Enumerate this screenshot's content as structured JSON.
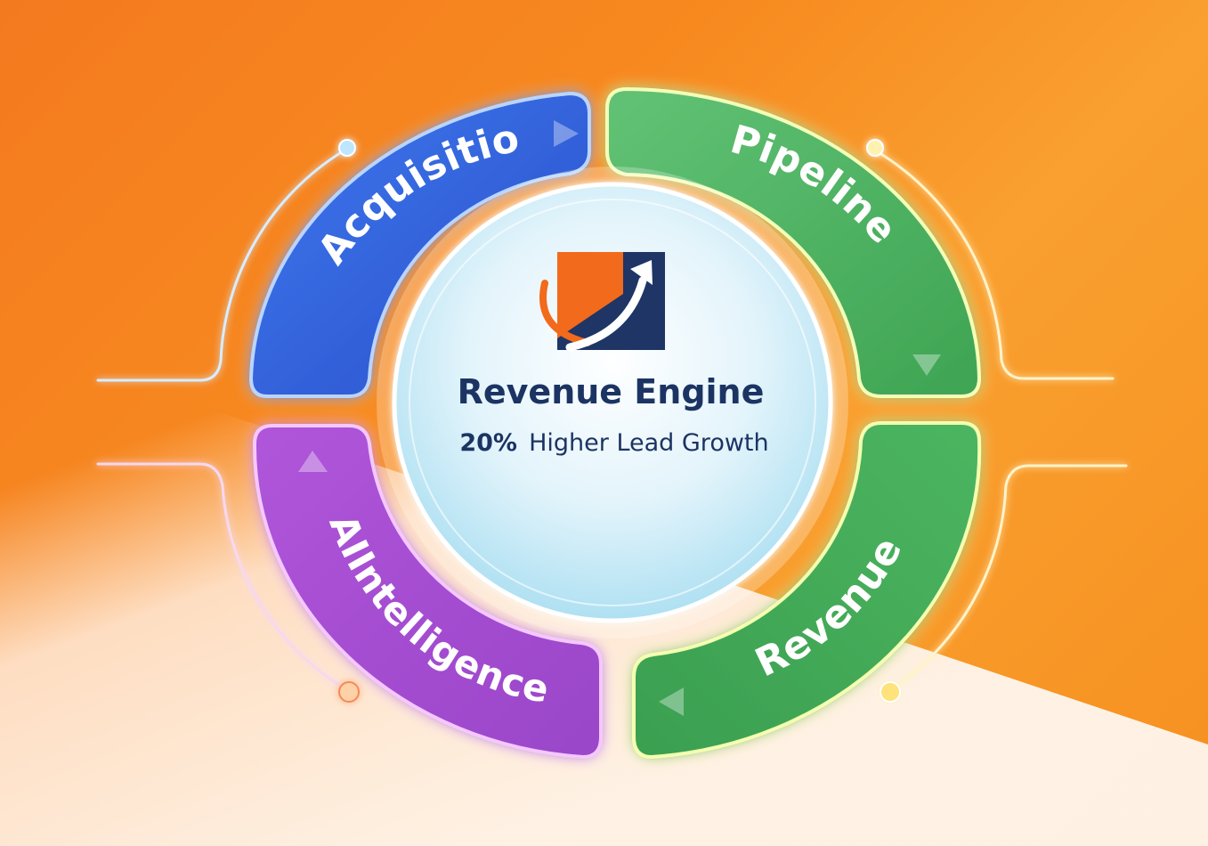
{
  "center": {
    "title": "Revenue Engine",
    "stat_value": "20%",
    "stat_text": "Higher Lead Growth"
  },
  "segments": [
    {
      "key": "acquisition",
      "label": "Acquisition",
      "color": "#2f5fd8"
    },
    {
      "key": "pipeline",
      "label": "Pipeline",
      "color": "#4cb25f"
    },
    {
      "key": "revenue",
      "label": "Revenue",
      "color": "#44ad5a"
    },
    {
      "key": "ai",
      "label": "AIIntelligence",
      "color": "#a04ad4"
    }
  ],
  "colors": {
    "background": "#f47a1f",
    "hub_text": "#1c3463",
    "logo_orange": "#f26a1b",
    "logo_navy": "#1e3566"
  }
}
